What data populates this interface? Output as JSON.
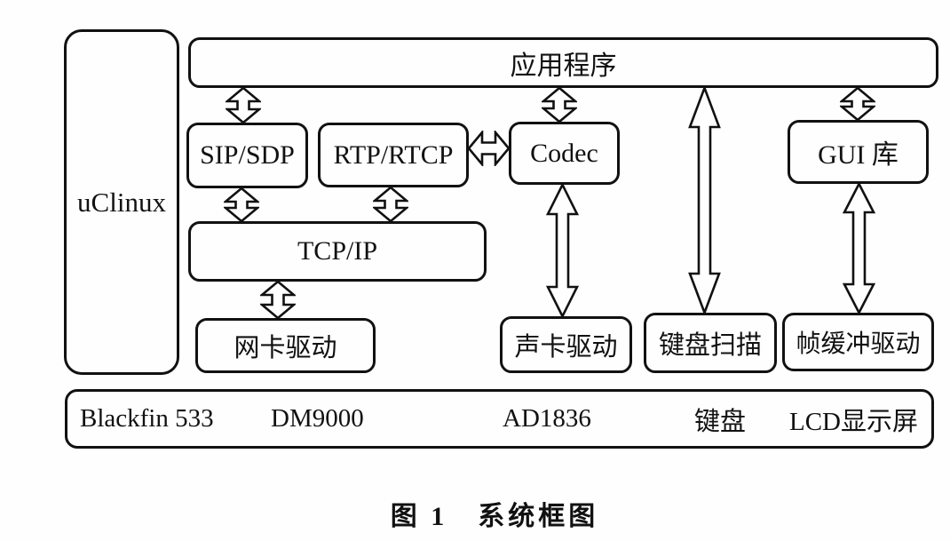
{
  "figure": {
    "caption": "图 1　系统框图"
  },
  "blocks": {
    "os": "uClinux",
    "app": "应用程序",
    "sipsdp": "SIP/SDP",
    "rtprtcp": "RTP/RTCP",
    "codec": "Codec",
    "gui": "GUI 库",
    "tcpip": "TCP/IP",
    "nic_driver": "网卡驱动",
    "sound_driver": "声卡驱动",
    "keyboard_scan": "键盘扫描",
    "framebuffer_driver": "帧缓冲驱动"
  },
  "hardware": {
    "items": [
      "Blackfin 533",
      "DM9000",
      "AD1836",
      "键盘",
      "LCD显示屏"
    ]
  },
  "connections": [
    {
      "id": "app-sipsdp",
      "from": "应用程序",
      "to": "SIP/SDP",
      "bidirectional": true
    },
    {
      "id": "app-codec",
      "from": "应用程序",
      "to": "Codec",
      "bidirectional": true
    },
    {
      "id": "app-keyscan",
      "from": "应用程序",
      "to": "键盘扫描",
      "bidirectional": true
    },
    {
      "id": "app-gui",
      "from": "应用程序",
      "to": "GUI 库",
      "bidirectional": true
    },
    {
      "id": "sipsdp-tcpip",
      "from": "SIP/SDP",
      "to": "TCP/IP",
      "bidirectional": true
    },
    {
      "id": "rtprtcp-tcpip",
      "from": "RTP/RTCP",
      "to": "TCP/IP",
      "bidirectional": true
    },
    {
      "id": "rtprtcp-codec",
      "from": "RTP/RTCP",
      "to": "Codec",
      "bidirectional": true
    },
    {
      "id": "tcpip-nic",
      "from": "TCP/IP",
      "to": "网卡驱动",
      "bidirectional": true
    },
    {
      "id": "codec-sound",
      "from": "Codec",
      "to": "声卡驱动",
      "bidirectional": true
    },
    {
      "id": "gui-fb",
      "from": "GUI 库",
      "to": "帧缓冲驱动",
      "bidirectional": true
    }
  ],
  "colors": {
    "ink": "#111111",
    "paper": "#fefefe"
  }
}
